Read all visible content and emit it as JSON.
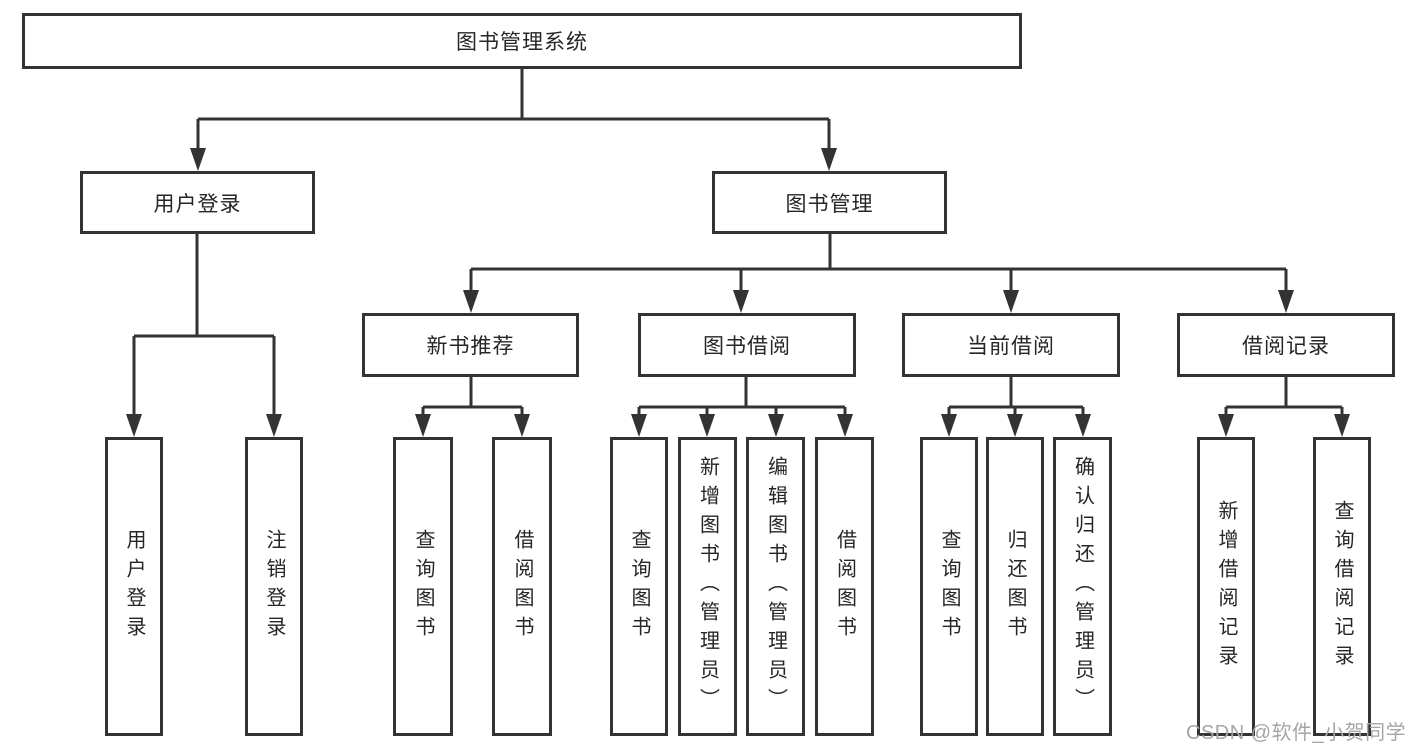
{
  "diagram": {
    "root": {
      "label": "图书管理系统"
    },
    "branches": [
      {
        "label": "用户登录",
        "children": [
          {
            "label": "用户登录"
          },
          {
            "label": "注销登录"
          }
        ]
      },
      {
        "label": "图书管理",
        "children": [
          {
            "label": "新书推荐",
            "children": [
              {
                "label": "查询图书"
              },
              {
                "label": "借阅图书"
              }
            ]
          },
          {
            "label": "图书借阅",
            "children": [
              {
                "label": "查询图书"
              },
              {
                "label": "新增图书（管理员）"
              },
              {
                "label": "编辑图书（管理员）"
              },
              {
                "label": "借阅图书"
              }
            ]
          },
          {
            "label": "当前借阅",
            "children": [
              {
                "label": "查询图书"
              },
              {
                "label": "归还图书"
              },
              {
                "label": "确认归还（管理员）"
              }
            ]
          },
          {
            "label": "借阅记录",
            "children": [
              {
                "label": "新增借阅记录"
              },
              {
                "label": "查询借阅记录"
              }
            ]
          }
        ]
      }
    ]
  },
  "watermark": {
    "text": "CSDN @软件_小贺同学"
  },
  "colors": {
    "line": "#333333",
    "box_border": "#333333",
    "text": "#262626",
    "watermark": "#a6a6a6",
    "background": "#ffffff"
  }
}
